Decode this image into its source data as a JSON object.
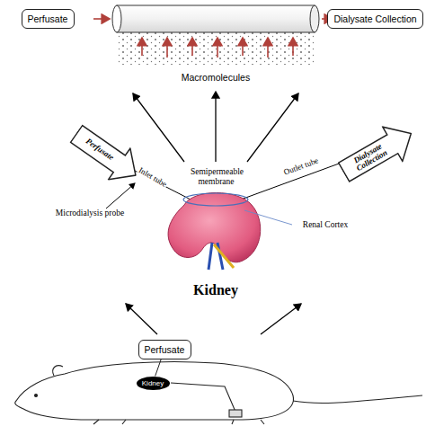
{
  "diagram": {
    "nodes": [
      {
        "text": [
          "Perfusate"
        ]
      },
      {
        "text": [
          "Dialysate Collection"
        ]
      },
      {
        "text": [
          "Perfusate"
        ]
      },
      {
        "text": [
          "Dialysate Collection"
        ]
      },
      {
        "text": [
          "Perfusate"
        ]
      },
      {
        "text": [
          "Kidney"
        ]
      }
    ],
    "edges": [
      {
        "from": 4,
        "to": 5,
        "arrow": "none"
      }
    ],
    "labels": [
      "Macromolecules",
      "Inlet tube",
      "Semipermeable membrane",
      "Outlet tube",
      "Microdialysis probe",
      "Renal Cortex",
      "Kidney"
    ]
  }
}
